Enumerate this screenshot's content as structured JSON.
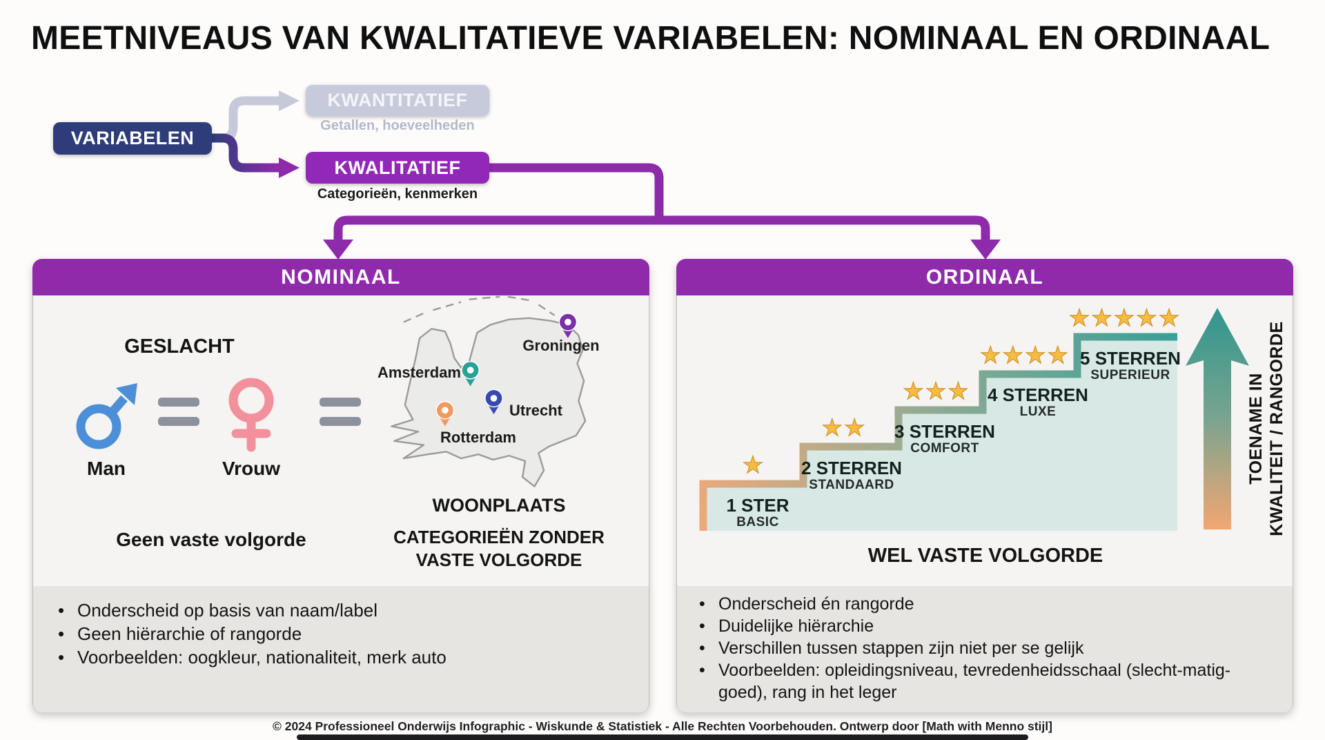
{
  "title": "MEETNIVEAUS VAN KWALITATIEVE VARIABELEN: NOMINAAL EN ORDINAAL",
  "flowchart": {
    "root_label": "VARIABELEN",
    "kwantitatief_label": "KWANTITATIEF",
    "kwantitatief_sub": "Getallen, hoeveelheden",
    "kwalitatief_label": "KWALITATIEF",
    "kwalitatief_sub": "Categorieën, kenmerken"
  },
  "nominal": {
    "header": "NOMINAAL",
    "geslacht_title": "GESLACHT",
    "male_label": "Man",
    "female_label": "Vrouw",
    "map_cities": {
      "amsterdam": "Amsterdam",
      "groningen": "Groningen",
      "utrecht": "Utrecht",
      "rotterdam": "Rotterdam"
    },
    "map_title": "WOONPLAATS",
    "map_subtitle": "CATEGORIEËN ZONDER VASTE VOLGORDE",
    "note": "Geen vaste volgorde",
    "bullets": [
      "Onderscheid op basis van naam/label",
      "Geen hiërarchie of rangorde",
      "Voorbeelden: oogkleur, nationaliteit, merk auto"
    ]
  },
  "ordinal": {
    "header": "ORDINAAL",
    "steps": [
      {
        "label": "1 STER",
        "sub": "BASIC",
        "stars": "★"
      },
      {
        "label": "2 STERREN",
        "sub": "STANDAARD",
        "stars": "★★"
      },
      {
        "label": "3 STERREN",
        "sub": "COMFORT",
        "stars": "★★★"
      },
      {
        "label": "4 STERREN",
        "sub": "LUXE",
        "stars": "★★★★"
      },
      {
        "label": "5 STERREN",
        "sub": "SUPERIEUR",
        "stars": "★★★★★"
      }
    ],
    "arrow_label_line1": "TOENAME IN",
    "arrow_label_line2": "KWALITEIT / RANGORDE",
    "note": "WEL VASTE VOLGORDE",
    "bullets": [
      "Onderscheid én rangorde",
      "Duidelijke hiërarchie",
      "Verschillen tussen stappen zijn niet per se gelijk",
      "Voorbeelden: opleidingsniveau, tevredenheidsschaal (slecht-matig-goed), rang in het leger"
    ]
  },
  "footer": "© 2024 Professioneel Onderwijs Infographic - Wiskunde & Statistiek - Alle Rechten Voorbehouden. Ontwerp door [Math with Menno stijl]",
  "colors": {
    "purple": "#8f2bab",
    "purple_box": "#9128b8",
    "navy": "#2e3d7a",
    "faded_gray": "#c6cada",
    "male_blue": "#4c8fd8",
    "female_pink": "#f2919c",
    "equals_gray": "#8d919d",
    "star_gold": "#f8bc42",
    "stair_fill": "#d8e9e5",
    "stair_teal": "#37a099",
    "stair_orange": "#efa97a",
    "pin_amsterdam": "#2aa198",
    "pin_groningen": "#7b2fa8",
    "pin_utrecht": "#3a49b0",
    "pin_rotterdam": "#ef9a5e"
  }
}
